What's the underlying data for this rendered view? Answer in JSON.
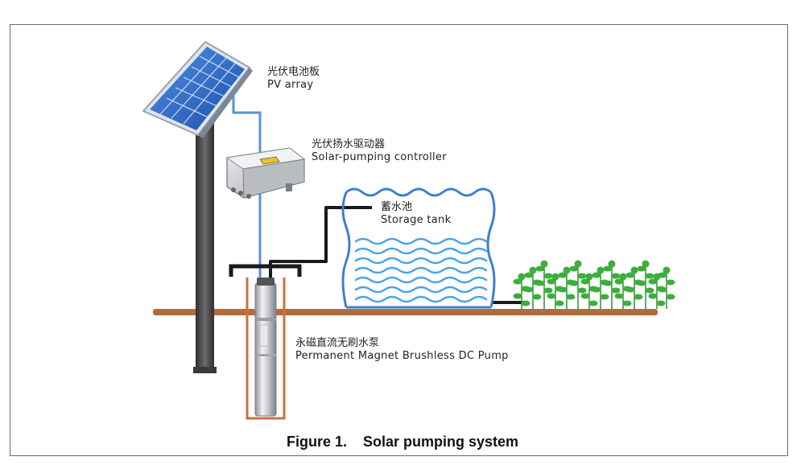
{
  "labels": {
    "pv_array": {
      "zh": "光伏电池板",
      "en": "PV array"
    },
    "controller": {
      "zh": "光伏扬水驱动器",
      "en": "Solar-pumping controller"
    },
    "tank": {
      "zh": "蓄水池",
      "en": "Storage tank"
    },
    "pump": {
      "zh": "永磁直流无刷水泵",
      "en": "Permanent Magnet Brushless DC Pump"
    }
  },
  "caption": {
    "number": "Figure 1.",
    "title": "Solar pumping system"
  },
  "colors": {
    "ground": "#b56a3c",
    "pole": "#4a4a4a",
    "wire_blue": "#5b8fd6",
    "pipe": "#1a1a1a",
    "tank_outline": "#3f7fd0",
    "water": "#4aa3e6",
    "plants": "#3cae3c",
    "panel": "#2f6fd0",
    "controller_body": "#d9dadd"
  }
}
